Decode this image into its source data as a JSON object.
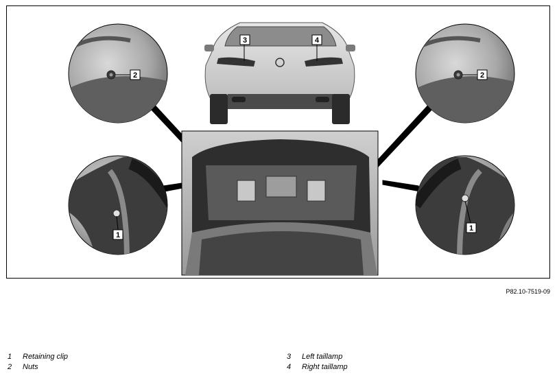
{
  "figure": {
    "callouts": {
      "clip_left": "1",
      "clip_right": "1",
      "nut_left": "2",
      "nut_right": "2",
      "left_taillamp": "3",
      "right_taillamp": "4"
    }
  },
  "reference_code": "P82.10-7519-09",
  "legend": [
    {
      "number": "1",
      "label": "Retaining clip"
    },
    {
      "number": "2",
      "label": "Nuts"
    },
    {
      "number": "3",
      "label": "Left taillamp"
    },
    {
      "number": "4",
      "label": "Right taillamp"
    }
  ]
}
